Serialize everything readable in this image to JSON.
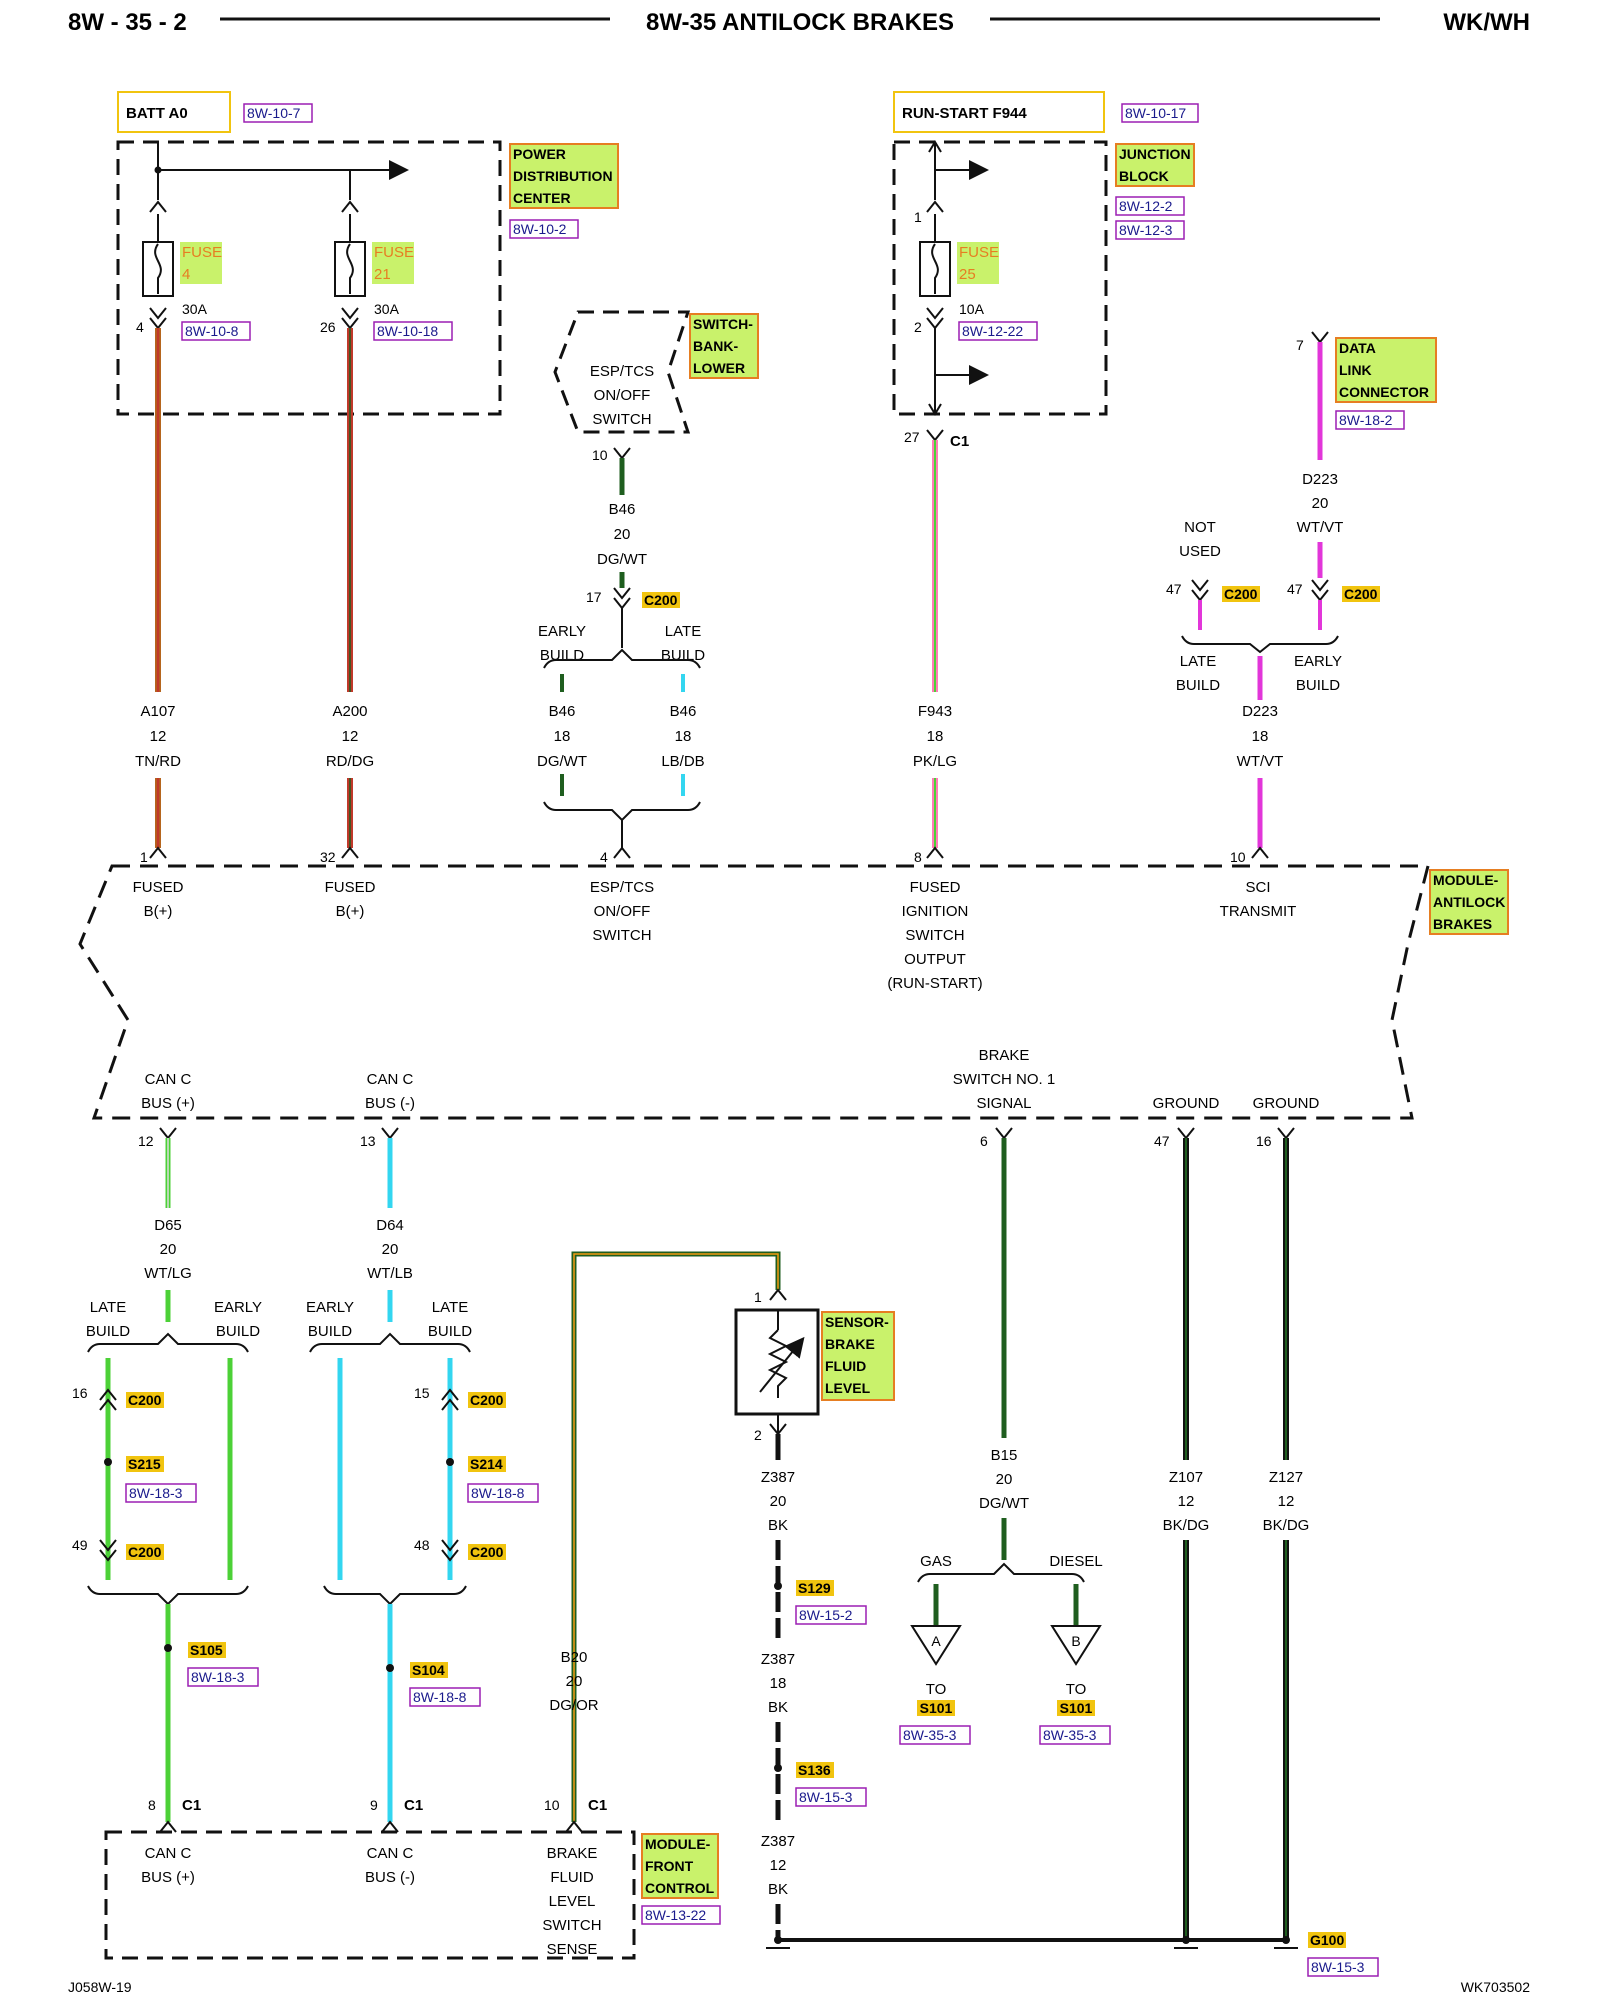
{
  "header": {
    "left": "8W - 35 - 2",
    "center": "8W-35 ANTILOCK BRAKES",
    "right": "WK/WH"
  },
  "footer": {
    "left": "J058W-19",
    "right": "WK703502"
  },
  "colors": {
    "red": "#c0392b",
    "tan": "#b5651d",
    "dg": "#1f5e1f",
    "lg": "#4cd137",
    "lb": "#33d6f0",
    "wt": "#dddddd",
    "pk": "#ff7ab6",
    "vt": "#e236d9",
    "or": "#f39c12",
    "bk": "#111111",
    "highlight": "#c9f26b",
    "highlight_border": "#e67e22",
    "ref": "#9b1fb3"
  },
  "sources": {
    "batt": {
      "label": "BATT A0",
      "ref": "8W-10-7"
    },
    "runstart": {
      "label": "RUN-START F944",
      "ref": "8W-10-17"
    }
  },
  "components": {
    "pdc": {
      "name": [
        "POWER",
        "DISTRIBUTION",
        "CENTER"
      ],
      "ref": "8W-10-2"
    },
    "jb": {
      "name": [
        "JUNCTION",
        "BLOCK"
      ],
      "refs": [
        "8W-12-2",
        "8W-12-3"
      ]
    },
    "switch_bank": {
      "name": [
        "SWITCH-",
        "BANK-",
        "LOWER"
      ],
      "body": [
        "ESP/TCS",
        "ON/OFF",
        "SWITCH"
      ]
    },
    "dlc": {
      "name": [
        "DATA",
        "LINK",
        "CONNECTOR"
      ],
      "ref": "8W-18-2",
      "pin": "7"
    },
    "abs_module": {
      "name": [
        "MODULE-",
        "ANTILOCK",
        "BRAKES"
      ]
    },
    "sensor": {
      "name": [
        "SENSOR-",
        "BRAKE",
        "FLUID",
        "LEVEL"
      ],
      "pin_top": "1",
      "pin_bottom": "2"
    },
    "fcm": {
      "name": [
        "MODULE-",
        "FRONT",
        "CONTROL"
      ],
      "ref": "8W-13-22"
    }
  },
  "fuses": [
    {
      "name": "FUSE",
      "num": "4",
      "amps": "30A",
      "ref": "8W-10-8",
      "pin": "4"
    },
    {
      "name": "FUSE",
      "num": "21",
      "amps": "30A",
      "ref": "8W-10-18",
      "pin": "26"
    },
    {
      "name": "FUSE",
      "num": "25",
      "amps": "10A",
      "ref": "8W-12-22",
      "pin_top": "1",
      "pin": "2"
    }
  ],
  "circuits": {
    "a107": {
      "code": "A107",
      "gauge": "12",
      "color": "TN/RD"
    },
    "a200": {
      "code": "A200",
      "gauge": "12",
      "color": "RD/DG"
    },
    "b46_20": {
      "code": "B46",
      "gauge": "20",
      "color": "DG/WT"
    },
    "b46_dg": {
      "code": "B46",
      "gauge": "18",
      "color": "DG/WT"
    },
    "b46_lb": {
      "code": "B46",
      "gauge": "18",
      "color": "LB/DB"
    },
    "f943": {
      "code": "F943",
      "gauge": "18",
      "color": "PK/LG"
    },
    "d223_20": {
      "code": "D223",
      "gauge": "20",
      "color": "WT/VT"
    },
    "d223_18": {
      "code": "D223",
      "gauge": "18",
      "color": "WT/VT"
    },
    "d65": {
      "code": "D65",
      "gauge": "20",
      "color": "WT/LG"
    },
    "d64": {
      "code": "D64",
      "gauge": "20",
      "color": "WT/LB"
    },
    "b20": {
      "code": "B20",
      "gauge": "20",
      "color": "DG/OR"
    },
    "z387a": {
      "code": "Z387",
      "gauge": "20",
      "color": "BK"
    },
    "z387b": {
      "code": "Z387",
      "gauge": "18",
      "color": "BK"
    },
    "z387c": {
      "code": "Z387",
      "gauge": "12",
      "color": "BK"
    },
    "b15": {
      "code": "B15",
      "gauge": "20",
      "color": "DG/WT"
    },
    "z107": {
      "code": "Z107",
      "gauge": "12",
      "color": "BK/DG"
    },
    "z127": {
      "code": "Z127",
      "gauge": "12",
      "color": "BK/DG"
    }
  },
  "pins": {
    "sw10": "10",
    "c200_17": "17",
    "c1_27": "27",
    "c1": "C1",
    "c200": "C200",
    "abs1": "1",
    "abs32": "32",
    "abs4": "4",
    "abs8": "8",
    "abs10": "10",
    "abs12": "12",
    "abs13": "13",
    "abs6": "6",
    "abs47": "47",
    "abs16": "16",
    "d223_47a": "47",
    "d223_47b": "47",
    "d65_16": "16",
    "d65_49": "49",
    "d64_15": "15",
    "d64_48": "48",
    "fcm8": "8",
    "fcm9": "9",
    "fcm10": "10"
  },
  "abs_pins": {
    "fused1": [
      "FUSED",
      "B(+)"
    ],
    "fused32": [
      "FUSED",
      "B(+)"
    ],
    "esp": [
      "ESP/TCS",
      "ON/OFF",
      "SWITCH"
    ],
    "ign": [
      "FUSED",
      "IGNITION",
      "SWITCH",
      "OUTPUT",
      "(RUN-START)"
    ],
    "sci": [
      "SCI",
      "TRANSMIT"
    ],
    "canp": [
      "CAN C",
      "BUS (+)"
    ],
    "canm": [
      "CAN C",
      "BUS (-)"
    ],
    "brake": [
      "BRAKE",
      "SWITCH NO. 1",
      "SIGNAL"
    ],
    "gnd1": [
      "GROUND"
    ],
    "gnd2": [
      "GROUND"
    ]
  },
  "fcm_pins": {
    "canp": [
      "CAN C",
      "BUS (+)"
    ],
    "canm": [
      "CAN C",
      "BUS (-)"
    ],
    "bfl": [
      "BRAKE",
      "FLUID",
      "LEVEL",
      "SWITCH",
      "SENSE"
    ]
  },
  "build": {
    "early": [
      "EARLY",
      "BUILD"
    ],
    "late": [
      "LATE",
      "BUILD"
    ],
    "not_used": [
      "NOT",
      "USED"
    ]
  },
  "splices": {
    "s215": {
      "name": "S215",
      "ref": "8W-18-3"
    },
    "s214": {
      "name": "S214",
      "ref": "8W-18-8"
    },
    "s105": {
      "name": "S105",
      "ref": "8W-18-3"
    },
    "s104": {
      "name": "S104",
      "ref": "8W-18-8"
    },
    "s129": {
      "name": "S129",
      "ref": "8W-15-2"
    },
    "s136": {
      "name": "S136",
      "ref": "8W-15-3"
    },
    "g100": {
      "name": "G100",
      "ref": "8W-15-3"
    }
  },
  "branches": {
    "gas": "GAS",
    "diesel": "DIESEL",
    "a": {
      "letter": "A",
      "to": "TO",
      "splice": "S101",
      "ref": "8W-35-3"
    },
    "b": {
      "letter": "B",
      "to": "TO",
      "splice": "S101",
      "ref": "8W-35-3"
    }
  }
}
